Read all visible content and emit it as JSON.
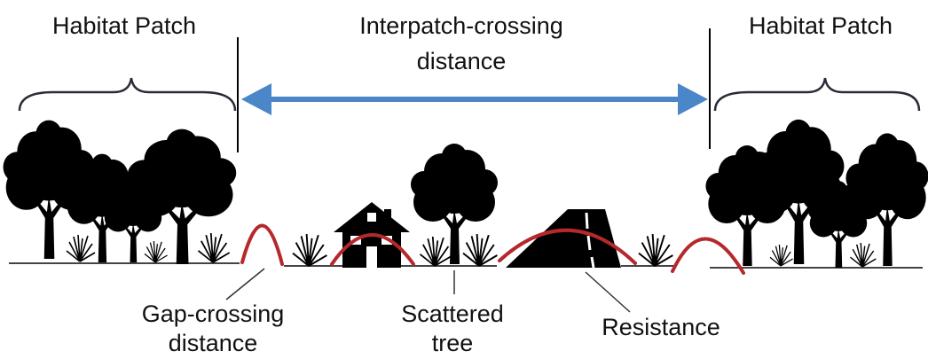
{
  "labels": {
    "left_patch": "Habitat Patch",
    "right_patch": "Habitat Patch",
    "interpatch_line1": "Interpatch-crossing",
    "interpatch_line2": "distance",
    "gap_line1": "Gap-crossing",
    "gap_line2": "distance",
    "scattered_line1": "Scattered",
    "scattered_line2": "tree",
    "resistance": "Resistance"
  },
  "colors": {
    "arrow": "#4a86c8",
    "crossing_arc": "#b5282c",
    "silhouette": "#000000",
    "brace": "#2b2b3a"
  },
  "icons": [
    "tree-silhouette",
    "house-icon",
    "road-icon",
    "grass-tuft-icon"
  ]
}
